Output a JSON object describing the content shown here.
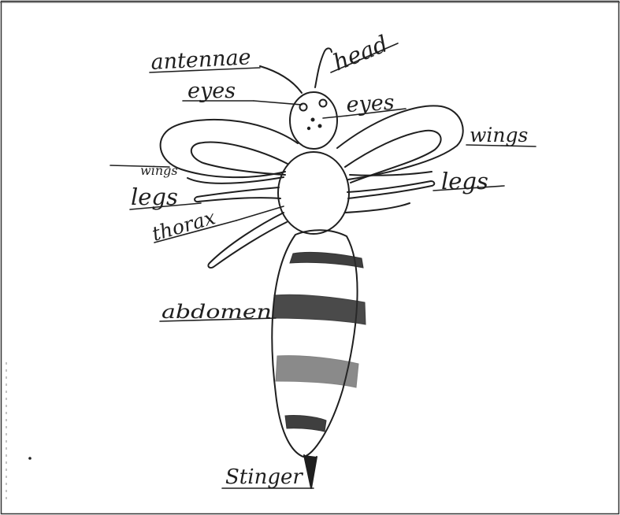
{
  "labels": {
    "antennae": "antennae",
    "head": "head",
    "eyes_left": "eyes",
    "eyes_right": "eyes",
    "wings_left": "wings",
    "wings_right": "wings",
    "legs_left": "legs",
    "legs_right": "legs",
    "thorax": "thorax",
    "abdomen": "abdomen",
    "stinger": "Stinger"
  },
  "colors": {
    "ink": "#1f1f1f",
    "stripe": "#2b2b2b",
    "paper": "#ffffff"
  }
}
